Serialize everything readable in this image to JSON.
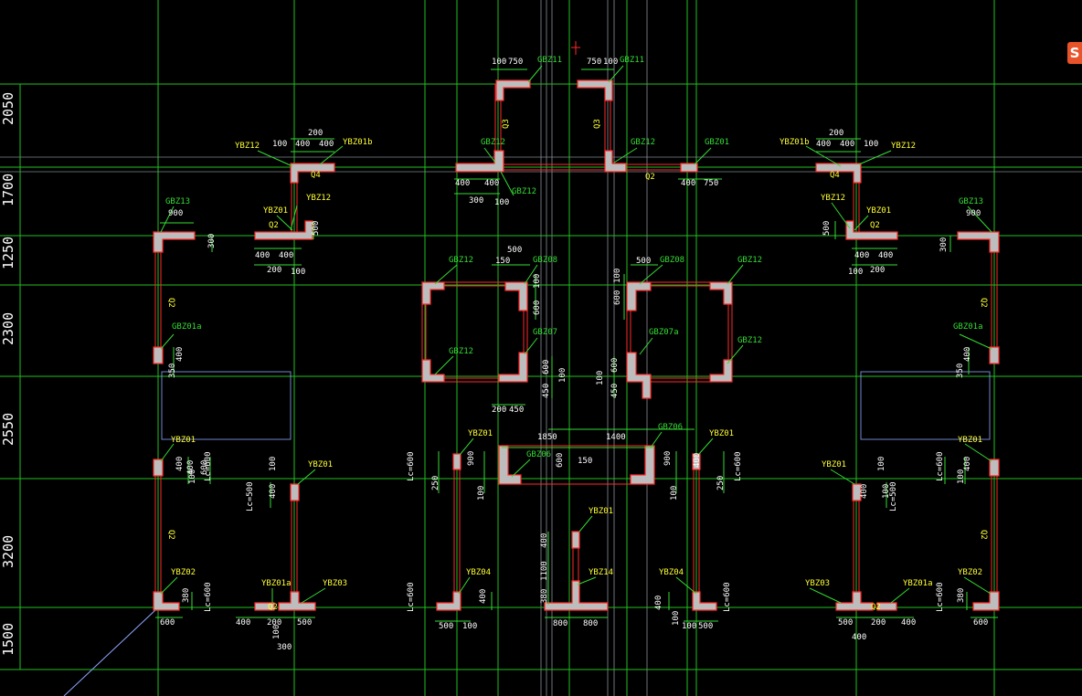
{
  "app_badge": "S",
  "colors": {
    "background": "#000000",
    "grid_green": "#1fbf1f",
    "grid_grey": "#8a8f9a",
    "wall_red": "#ff2a2a",
    "wall_fill": "#bdbdbd",
    "label_green": "#33dd33",
    "label_yellow": "#ffff33",
    "dim_white": "#ffffff",
    "axis_blue": "#8fa8ff"
  },
  "left_axis": [
    "2050",
    "1700",
    "1250",
    "2300",
    "2550",
    "3200",
    "1500"
  ],
  "labels": {
    "gbz13": "GBZ13",
    "gbz12": "GBZ12",
    "gbz11": "GBZ11",
    "gbz08": "GBZ08",
    "gbz07": "GBZ07",
    "gbz07a": "GBZ07a",
    "gbz06": "GBZ06",
    "gbz01": "GBZ01",
    "gbz01a": "GBZ01a",
    "ybz12": "YBZ12",
    "ybz01b": "YBZ01b",
    "ybz01": "YBZ01",
    "ybz01a": "YBZ01a",
    "ybz02": "YBZ02",
    "ybz03": "YBZ03",
    "ybz04": "YBZ04",
    "ybz14": "YBZ14",
    "q2": "Q2",
    "q3": "Q3",
    "q4": "Q4",
    "lc600": "Lc=600",
    "lc500": "Lc=500"
  },
  "dims": {
    "d100": "100",
    "d150": "150",
    "d200": "200",
    "d250": "250",
    "d300": "300",
    "d380": "380",
    "d350": "350",
    "d400": "400",
    "d450": "450",
    "d500": "500",
    "d600": "600",
    "d750": "750",
    "d800": "800",
    "d900": "900",
    "d1100": "1100",
    "d1400": "1400",
    "d1850": "1850"
  }
}
